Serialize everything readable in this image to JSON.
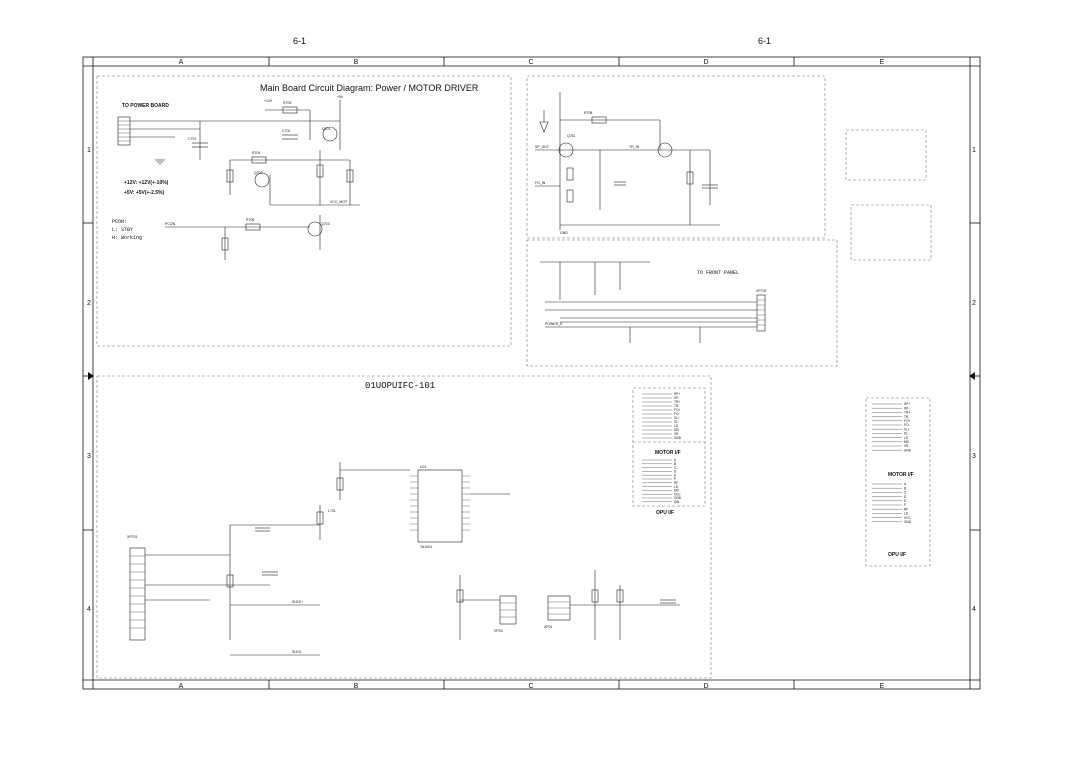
{
  "page_numbers": {
    "left": "6-1",
    "right": "6-1"
  },
  "columns": [
    "A",
    "B",
    "C",
    "D",
    "E"
  ],
  "rows": [
    "1",
    "2",
    "3",
    "4"
  ],
  "title": "Main Board Circuit Diagram: Power / MOTOR DRIVER",
  "power_section": {
    "header": "TO POWER BOARD",
    "rail_12": "+12V: +12V(+-10%)",
    "rail_5": "+5V: +5V(+-2.5%)",
    "pcon": "PCON:",
    "stby": "L: STBY",
    "working": "H: Working"
  },
  "front_panel_label": "TO FRONT PANEL",
  "board_code": "01UOPUIFC-101",
  "motor_if_label": "MOTOR I/F",
  "opu_if_label": "OPU I/F",
  "motor_if_label_right": "MOTOR I/F",
  "opu_if_label_right": "OPU I/F",
  "components": {
    "q1": "Q701",
    "q2": "Q702",
    "q3": "Q703",
    "q4": "Q751",
    "ic_main": "U01",
    "ic_driver": "TA1004",
    "cn_left": "XP701",
    "cn_front": "XP702",
    "cn_opu": "XP03",
    "cn_motor": "XP01",
    "r1": "R703",
    "r2": "R704",
    "r3": "R705",
    "r4": "R708",
    "r5": "R711",
    "c1": "C701",
    "c2": "C702",
    "c3": "C703",
    "l1": "L701",
    "v12": "+12V",
    "v5": "+5V",
    "gnd": "GND"
  },
  "net_labels": {
    "n1": "PCON",
    "n2": "VCC_MOT",
    "n3": "SP_OUT",
    "n4": "TR_IN",
    "n5": "FO_IN",
    "n6": "SLED+",
    "n7": "SLED-",
    "n8": "POWER_K"
  },
  "motor_pins": [
    "SP+",
    "SP-",
    "TR+",
    "TR-",
    "FO+",
    "FO-",
    "SL+",
    "SL-",
    "LD",
    "MD",
    "VR",
    "GND"
  ],
  "opu_pins": [
    "A",
    "B",
    "C",
    "D",
    "E",
    "F",
    "RF",
    "LD",
    "MD",
    "VCC",
    "GND",
    "SW"
  ],
  "right_motor_pins": [
    "SP+",
    "SP-",
    "TR+",
    "TR-",
    "FO+",
    "FO-",
    "SL+",
    "SL-",
    "LD",
    "MD",
    "VR",
    "GND"
  ],
  "right_opu_pins": [
    "A",
    "B",
    "C",
    "D",
    "E",
    "F",
    "RF",
    "LD",
    "VCC",
    "GND"
  ]
}
